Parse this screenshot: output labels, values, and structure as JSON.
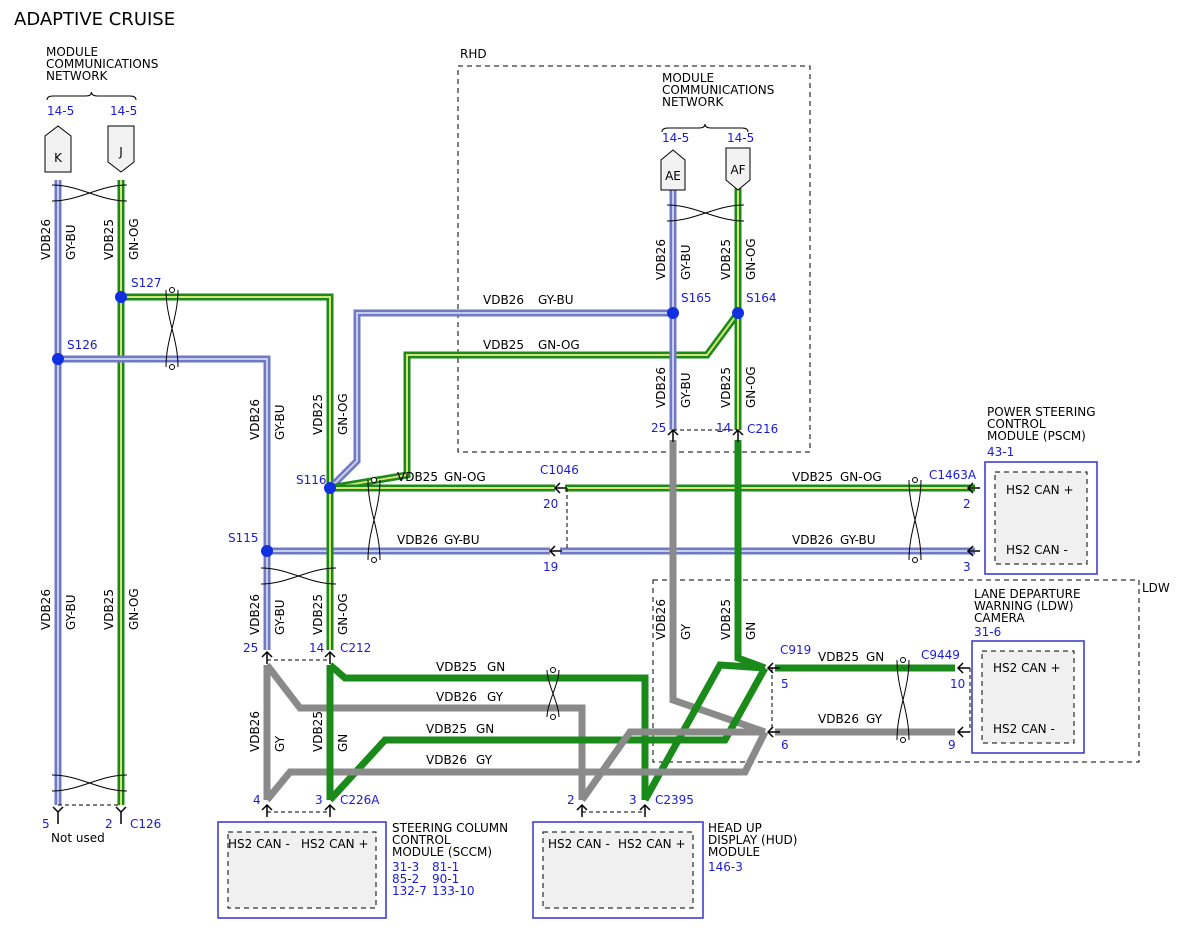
{
  "title": "ADAPTIVE CRUISE",
  "colors": {
    "green": "#1a8a1a",
    "gn_og_stripe": "#d8e27a",
    "gy_bu": "#6f79c6",
    "gy_bu_stripe": "#c8cde8",
    "gray": "#8a8a8a",
    "blue": "#1a1adb",
    "splice": "#1030e0",
    "module_border": "#3333cc",
    "module_fill": "#f0f0f0"
  },
  "labels": {
    "mcn_left": [
      "MODULE",
      "COMMUNICATIONS",
      "NETWORK"
    ],
    "mcn_right": [
      "MODULE",
      "COMMUNICATIONS",
      "NETWORK"
    ],
    "rhd": "RHD",
    "ldw": "LDW",
    "not_used": "Not used",
    "vdb26": "VDB26",
    "vdb25": "VDB25",
    "gy_bu": "GY-BU",
    "gn_og": "GN-OG",
    "gy": "GY",
    "gn": "GN"
  },
  "page_refs": {
    "k": "14-5",
    "j": "14-5",
    "ae": "14-5",
    "af": "14-5"
  },
  "connector_tags": {
    "k": "K",
    "j": "J",
    "ae": "AE",
    "af": "AF"
  },
  "splices": {
    "s127": "S127",
    "s126": "S126",
    "s165": "S165",
    "s164": "S164",
    "s116": "S116",
    "s115": "S115"
  },
  "connectors": {
    "c216": "C216",
    "c1046": "C1046",
    "c1463a": "C1463A",
    "c212": "C212",
    "c919": "C919",
    "c9449": "C9449",
    "c126": "C126",
    "c226a": "C226A",
    "c2395": "C2395"
  },
  "pins": {
    "c216_25": "25",
    "c216_14": "14",
    "c1046_20": "20",
    "c1046_19": "19",
    "c1463a_2": "2",
    "c1463a_3": "3",
    "c212_25": "25",
    "c212_14": "14",
    "c919_5": "5",
    "c919_6": "6",
    "c9449_10": "10",
    "c9449_9": "9",
    "c126_5": "5",
    "c126_2": "2",
    "c226a_4": "4",
    "c226a_3": "3",
    "c2395_2": "2",
    "c2395_3": "3"
  },
  "modules": {
    "pscm": {
      "name": [
        "POWER STEERING",
        "CONTROL",
        "MODULE (PSCM)"
      ],
      "ref": "43-1",
      "pin_plus": "HS2 CAN +",
      "pin_minus": "HS2 CAN -"
    },
    "ldw": {
      "name": [
        "LANE DEPARTURE",
        "WARNING (LDW)",
        "CAMERA"
      ],
      "ref": "31-6",
      "pin_plus": "HS2 CAN +",
      "pin_minus": "HS2 CAN -"
    },
    "sccm": {
      "name": [
        "STEERING COLUMN",
        "CONTROL",
        "MODULE (SCCM)"
      ],
      "refs": [
        [
          "31-3",
          "81-1"
        ],
        [
          "85-2",
          "90-1"
        ],
        [
          "132-7",
          "133-10"
        ]
      ],
      "pin_minus": "HS2 CAN -",
      "pin_plus": "HS2 CAN +"
    },
    "hud": {
      "name": [
        "HEAD UP",
        "DISPLAY (HUD)",
        "MODULE"
      ],
      "ref": "146-3",
      "pin_minus": "HS2 CAN -",
      "pin_plus": "HS2 CAN +"
    }
  }
}
